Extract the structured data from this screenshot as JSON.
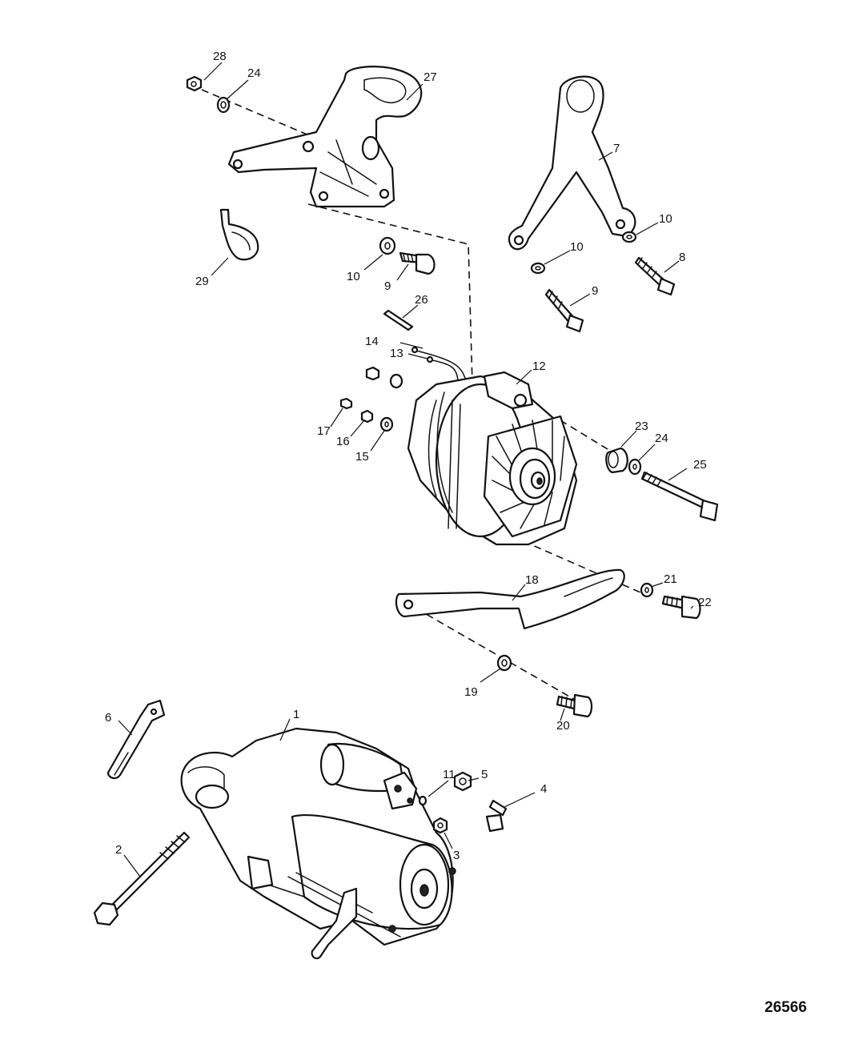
{
  "figure_number": "26566",
  "callouts": [
    {
      "id": "c1",
      "text": "1"
    },
    {
      "id": "c2",
      "text": "2"
    },
    {
      "id": "c3",
      "text": "3"
    },
    {
      "id": "c4",
      "text": "4"
    },
    {
      "id": "c5",
      "text": "5"
    },
    {
      "id": "c6",
      "text": "6"
    },
    {
      "id": "c7",
      "text": "7"
    },
    {
      "id": "c8",
      "text": "8"
    },
    {
      "id": "c9a",
      "text": "9"
    },
    {
      "id": "c9b",
      "text": "9"
    },
    {
      "id": "c10a",
      "text": "10"
    },
    {
      "id": "c10b",
      "text": "10"
    },
    {
      "id": "c10c",
      "text": "10"
    },
    {
      "id": "c11",
      "text": "11"
    },
    {
      "id": "c12",
      "text": "12"
    },
    {
      "id": "c13",
      "text": "13"
    },
    {
      "id": "c14",
      "text": "14"
    },
    {
      "id": "c15",
      "text": "15"
    },
    {
      "id": "c16",
      "text": "16"
    },
    {
      "id": "c17",
      "text": "17"
    },
    {
      "id": "c18",
      "text": "18"
    },
    {
      "id": "c19",
      "text": "19"
    },
    {
      "id": "c20",
      "text": "20"
    },
    {
      "id": "c21",
      "text": "21"
    },
    {
      "id": "c22",
      "text": "22"
    },
    {
      "id": "c23",
      "text": "23"
    },
    {
      "id": "c24a",
      "text": "24"
    },
    {
      "id": "c24b",
      "text": "24"
    },
    {
      "id": "c25",
      "text": "25"
    },
    {
      "id": "c26",
      "text": "26"
    },
    {
      "id": "c27",
      "text": "27"
    },
    {
      "id": "c28",
      "text": "28"
    },
    {
      "id": "c29",
      "text": "29"
    }
  ]
}
